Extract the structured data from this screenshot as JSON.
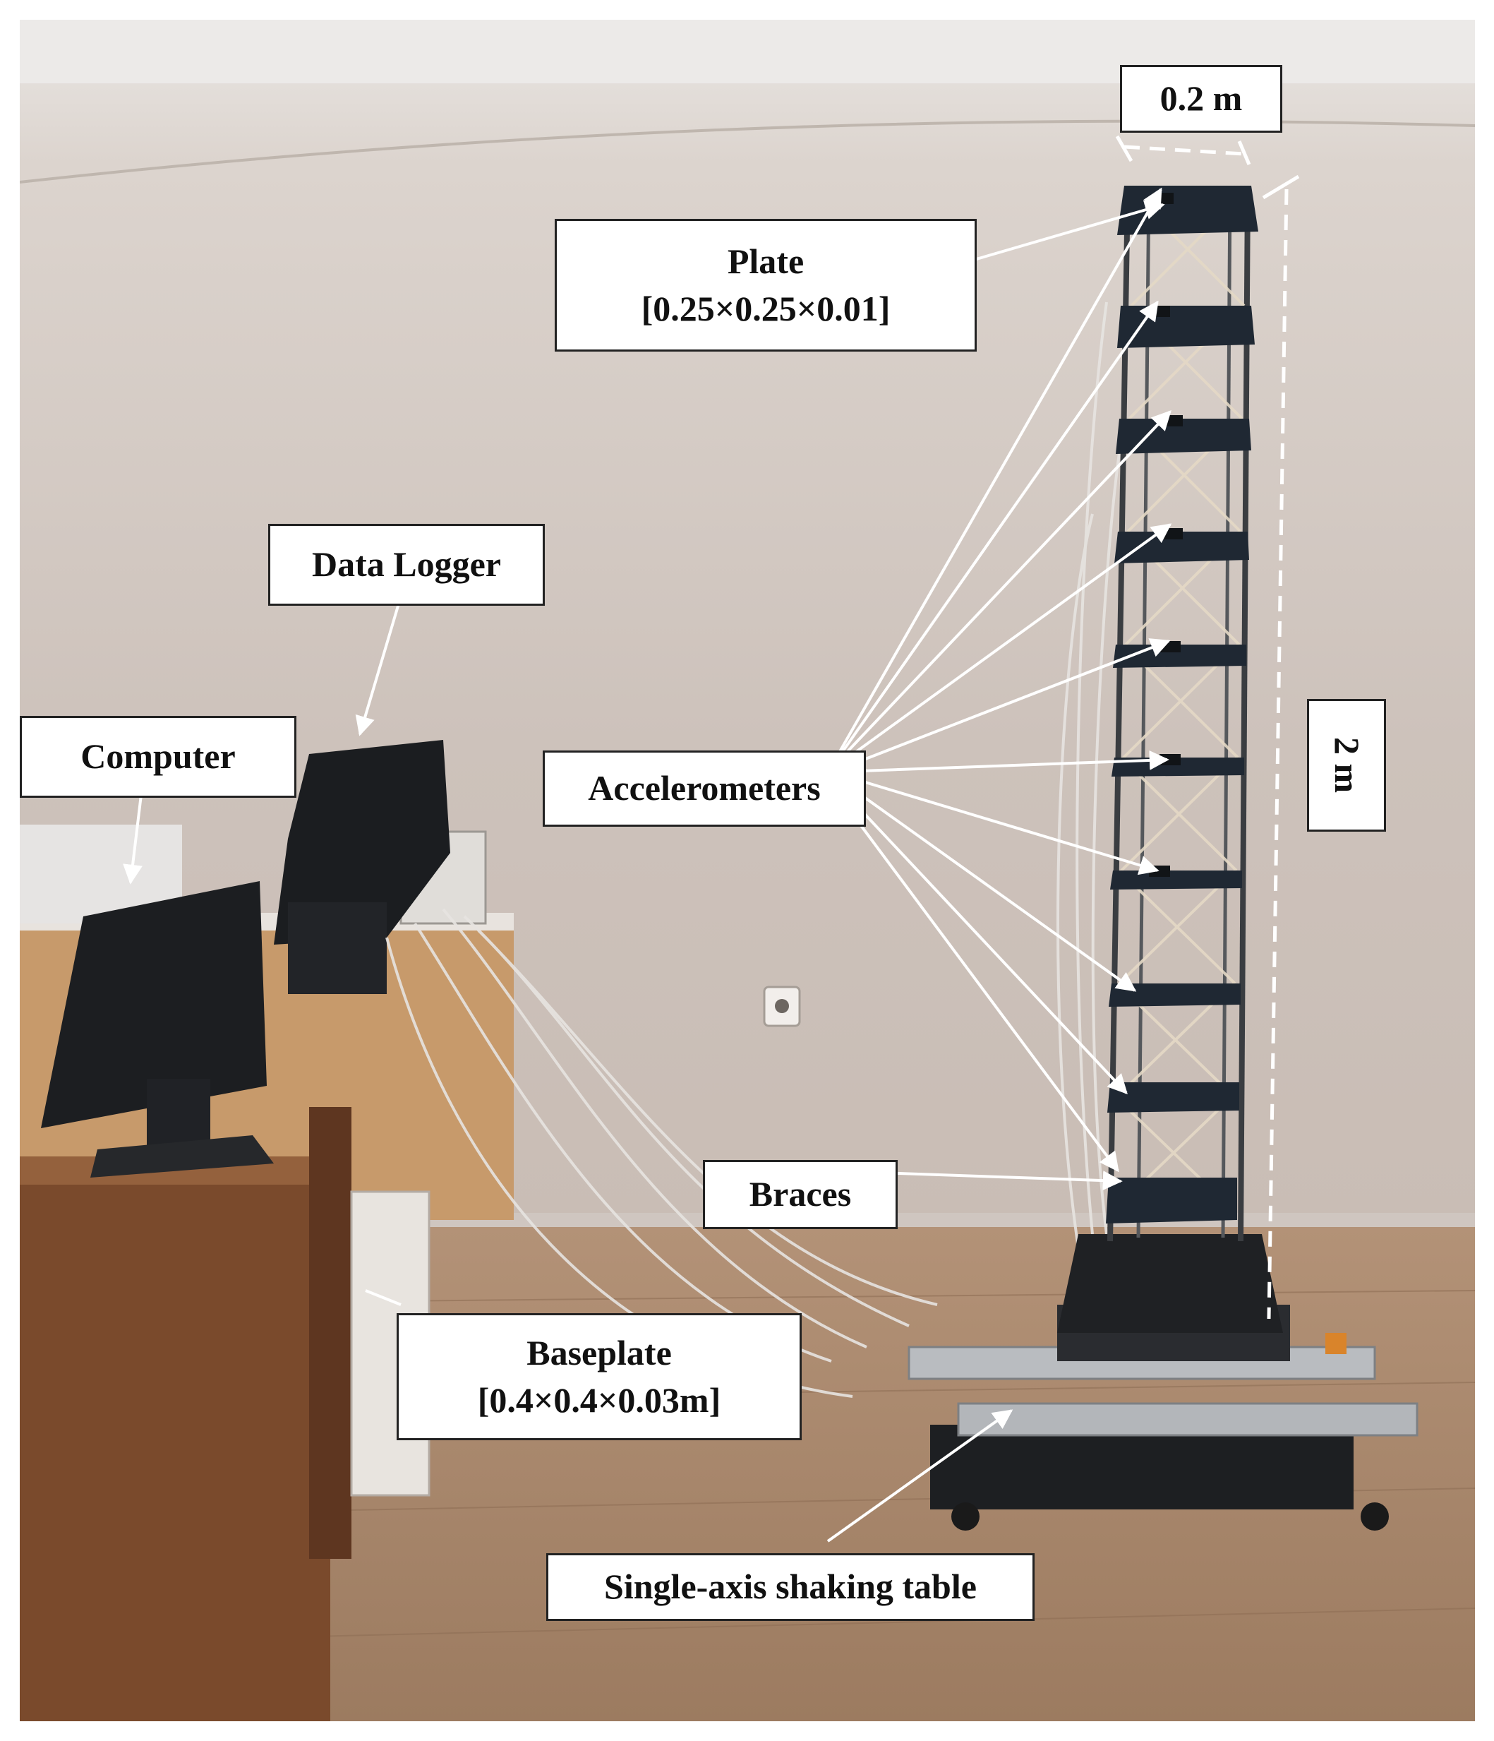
{
  "labels": {
    "width_dim": "0.2 m",
    "plate_title": "Plate",
    "plate_dims": "[0.25×0.25×0.01]",
    "data_logger": "Data Logger",
    "computer": "Computer",
    "accelerometers": "Accelerometers",
    "height_dim": "2 m",
    "braces": "Braces",
    "baseplate_title": "Baseplate",
    "baseplate_dims": "[0.4×0.4×0.03m]",
    "shaking_table": "Single-axis shaking table"
  },
  "colors": {
    "wall": "#cfc4bd",
    "ceiling": "#ebe8e5",
    "floor": "#a9876a",
    "frame": "#35383c",
    "plate": "#1f2833",
    "annotation": "#ffffff"
  }
}
